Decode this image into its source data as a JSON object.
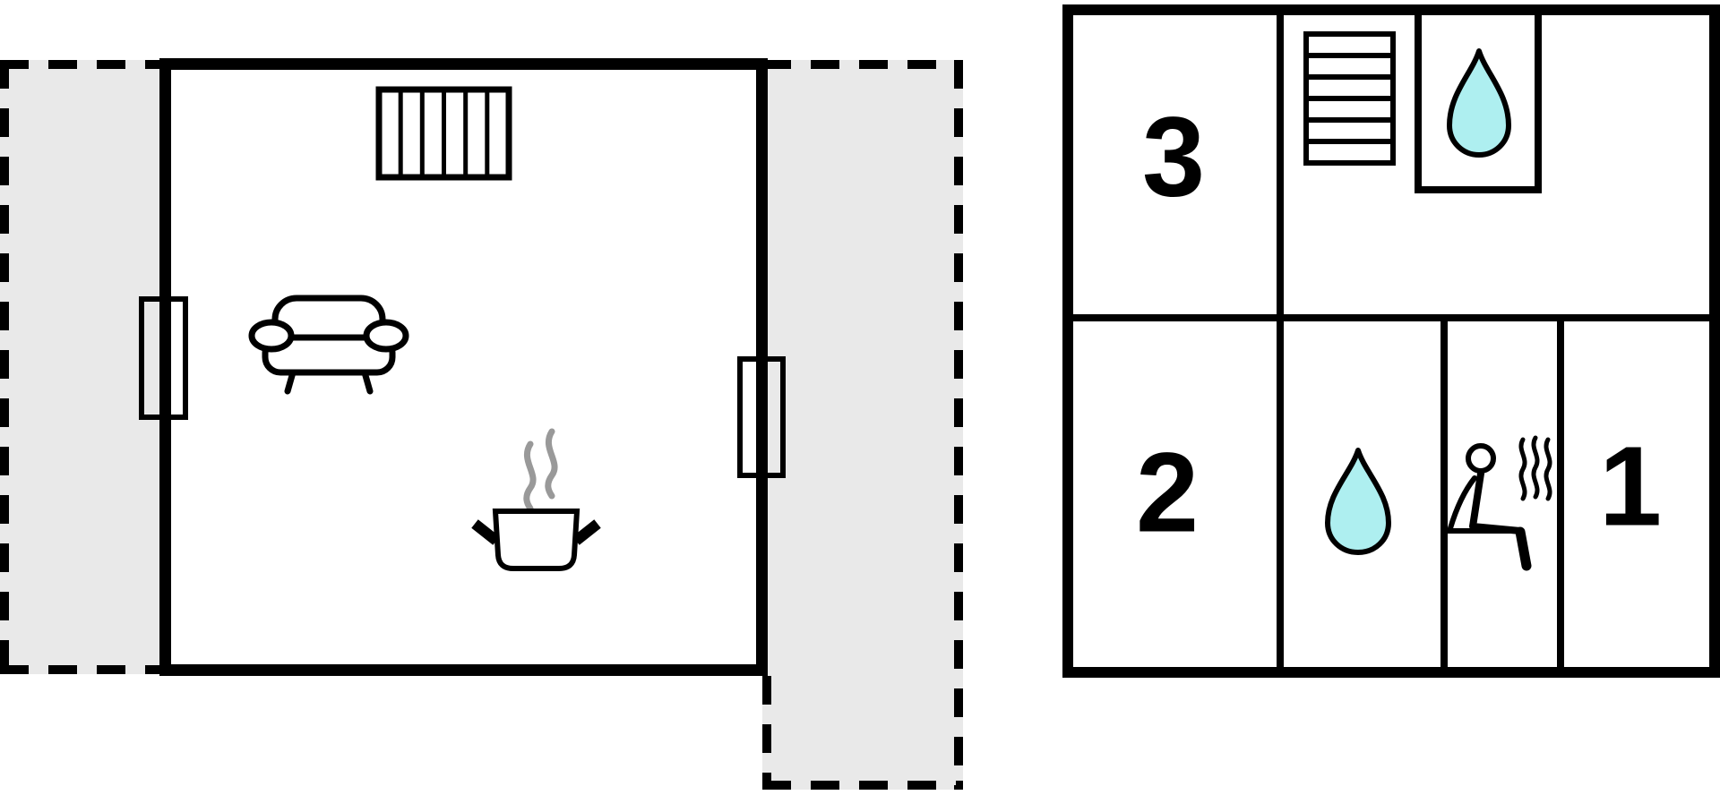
{
  "title": "Holiday home floor plan",
  "colors": {
    "background": "#ffffff",
    "wall": "#000000",
    "terrace_fill": "#e9e9e9",
    "water_drop_fill": "#aeeff0",
    "steam": "#999999"
  },
  "left_plan": {
    "description": "open living area with kitchen",
    "terraces": [
      {
        "position": "left"
      },
      {
        "position": "right"
      }
    ],
    "icons": {
      "radiator": "radiator-grid",
      "sofa": "sofa",
      "cooking_pot": "steaming-pot",
      "window_left": "window-opening",
      "window_right": "window-opening"
    }
  },
  "right_plan": {
    "description": "bedroom floor with bathrooms and sauna",
    "rooms": [
      {
        "label": "3"
      },
      {
        "label": "2"
      },
      {
        "label": "1"
      }
    ],
    "icons": {
      "stairs": "stairs",
      "bathroom_drop": "water-drop",
      "shower_drop": "water-drop",
      "sauna": "person-in-sauna"
    }
  }
}
